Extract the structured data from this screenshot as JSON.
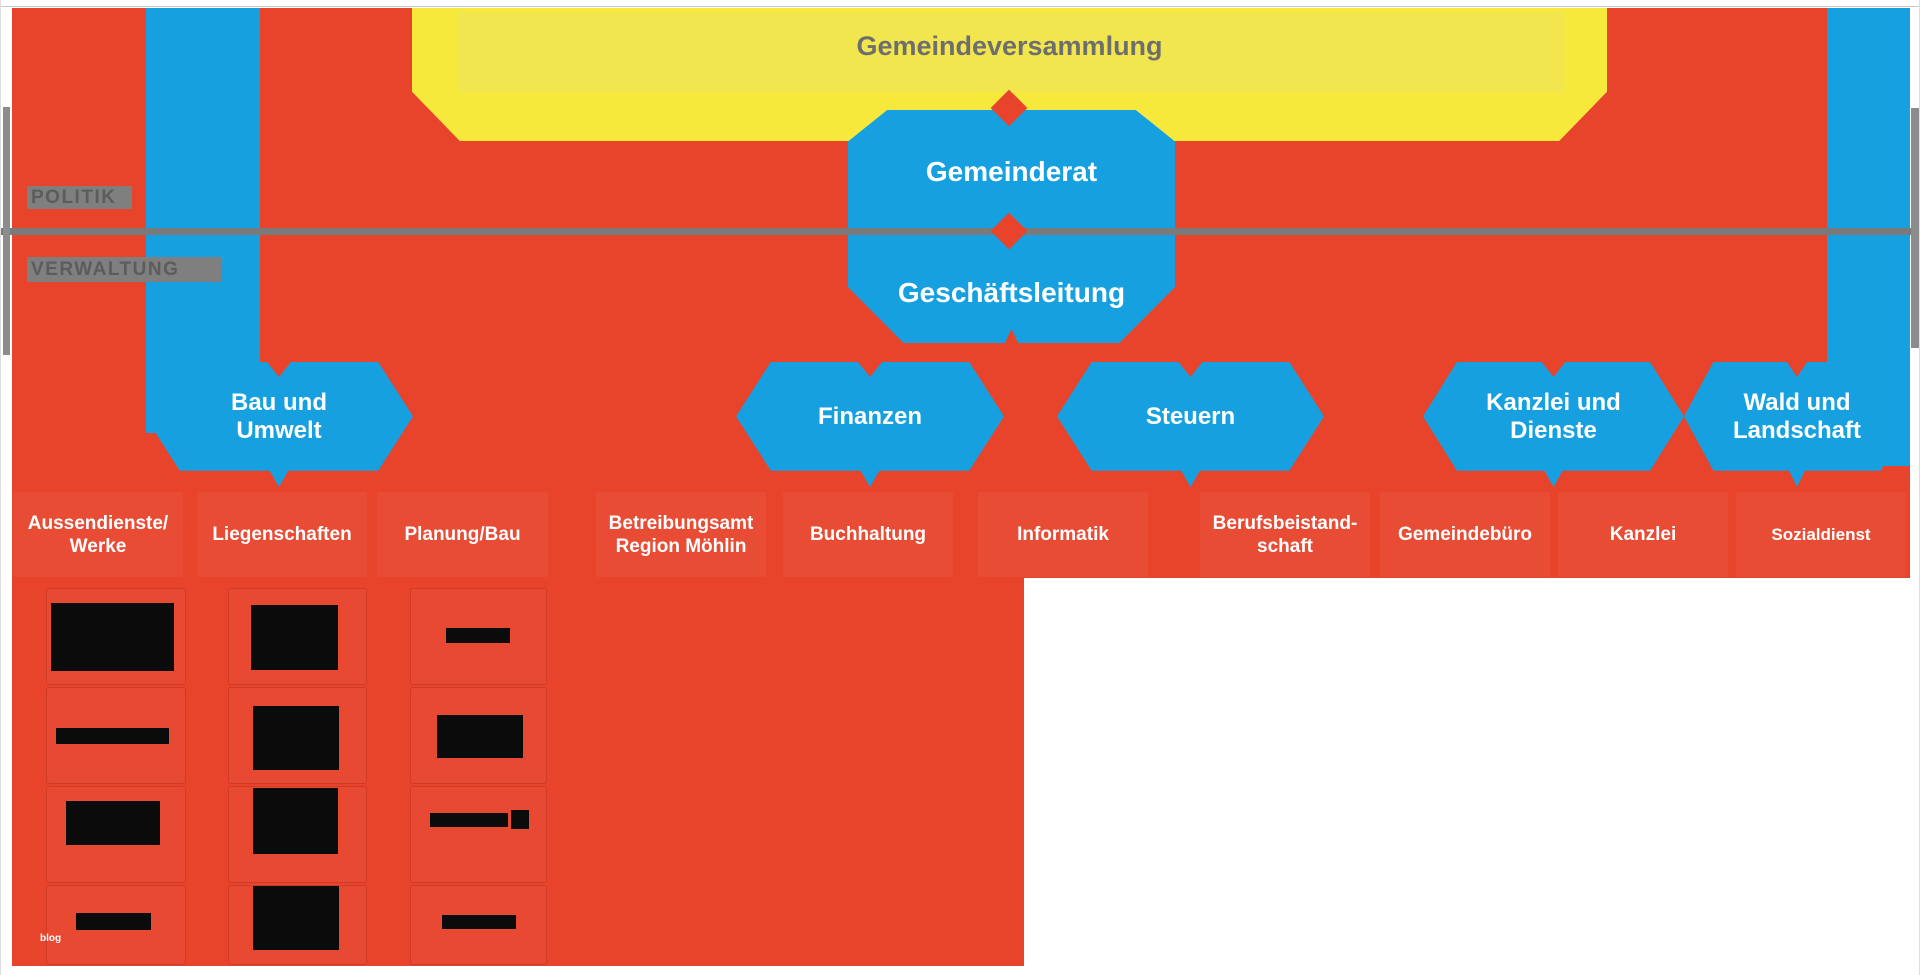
{
  "colors": {
    "red": "#E8432B",
    "blue": "#17A0DF",
    "yellow": "#F6E93B",
    "yellow_inner": "#F1E64D",
    "gray_line": "#7A7A7A",
    "zone_bar": "#7F7F7F",
    "assembly_text": "#6F6E6E"
  },
  "assembly": {
    "label": "Gemeindeversammlung"
  },
  "zones": {
    "politik": "POLITIK",
    "verwaltung": "VERWALTUNG"
  },
  "leadership": {
    "council": "Gemeinderat",
    "management": "Geschäftsleitung"
  },
  "departments": [
    {
      "lines": [
        "Bau und",
        "Umwelt"
      ]
    },
    {
      "lines": [
        "Finanzen"
      ]
    },
    {
      "lines": [
        "Steuern"
      ]
    },
    {
      "lines": [
        "Kanzlei und",
        "Dienste"
      ]
    },
    {
      "lines": [
        "Wald und",
        "Landschaft"
      ]
    }
  ],
  "units": [
    {
      "lines": [
        "Aussendienste/",
        "Werke"
      ]
    },
    {
      "lines": [
        "Liegenschaften"
      ]
    },
    {
      "lines": [
        "Planung/Bau"
      ]
    },
    {
      "lines": [
        "Betreibungsamt",
        "Region Möhlin"
      ]
    },
    {
      "lines": [
        "Buchhaltung"
      ]
    },
    {
      "lines": [
        "Informatik"
      ]
    },
    {
      "lines": [
        "Berufsbeistand-",
        "schaft"
      ]
    },
    {
      "lines": [
        "Gemeindebüro"
      ]
    },
    {
      "lines": [
        "Kanzlei"
      ]
    },
    {
      "lines": [
        "Sozialdienst"
      ]
    }
  ],
  "watermark": "blog"
}
